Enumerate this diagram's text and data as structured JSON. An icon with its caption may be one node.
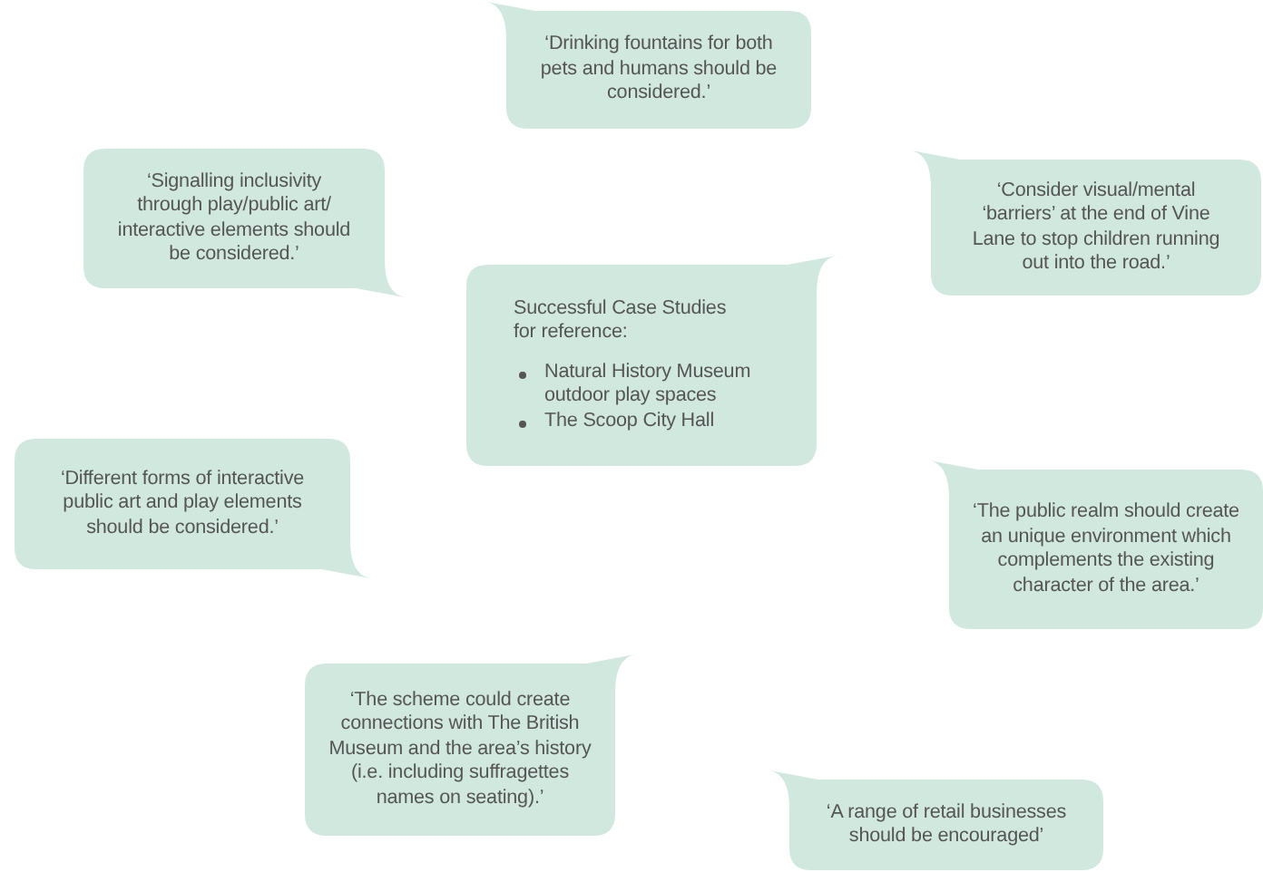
{
  "diagram": {
    "nodes": [
      {
        "text": [
          "‘Drinking fountains for both pets and humans should be considered.’"
        ]
      },
      {
        "text": [
          "‘Signalling inclusivity through play/public art/ interactive elements should be considered.’"
        ]
      },
      {
        "text": [
          "‘Consider visual/mental ‘barriers’ at the end of Vine Lane to stop children running out into the road.’"
        ]
      },
      {
        "text": [
          "Successful Case Studies for reference:",
          "Natural History Museum outdoor play spaces",
          "The Scoop City Hall"
        ]
      },
      {
        "text": [
          "‘Different forms of interactive public art and play elements should be considered.’"
        ]
      },
      {
        "text": [
          "‘The public realm should create an unique environment which complements the existing character of the area.’"
        ]
      },
      {
        "text": [
          "‘The scheme could create connections with The British Museum and the area’s history (i.e. including suffragettes names on seating).’"
        ]
      },
      {
        "text": [
          "‘A range of retail businesses should be encouraged’"
        ]
      }
    ]
  }
}
